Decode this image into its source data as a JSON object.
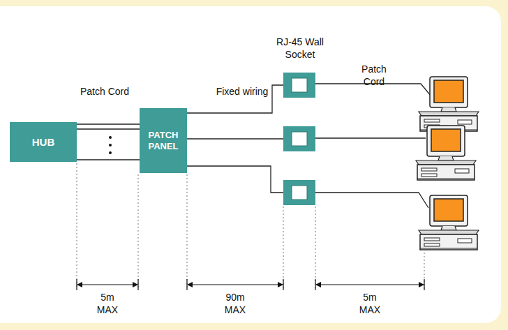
{
  "diagram": {
    "nodes": [
      {
        "text": [
          "HUB"
        ]
      },
      {
        "text": [
          "PATCH PANEL"
        ]
      }
    ],
    "edges": [
      {
        "from": 0,
        "to": 1,
        "arrow": "none"
      },
      {
        "from": 0,
        "to": 1,
        "arrow": "none"
      },
      {
        "from": 0,
        "to": 1,
        "arrow": "none"
      }
    ],
    "labels": [
      "Patch Cord",
      "Fixed wiring",
      "RJ-45 Wall Socket",
      "Patch Cord",
      "5m MAX",
      "90m MAX",
      "5m MAX"
    ]
  }
}
